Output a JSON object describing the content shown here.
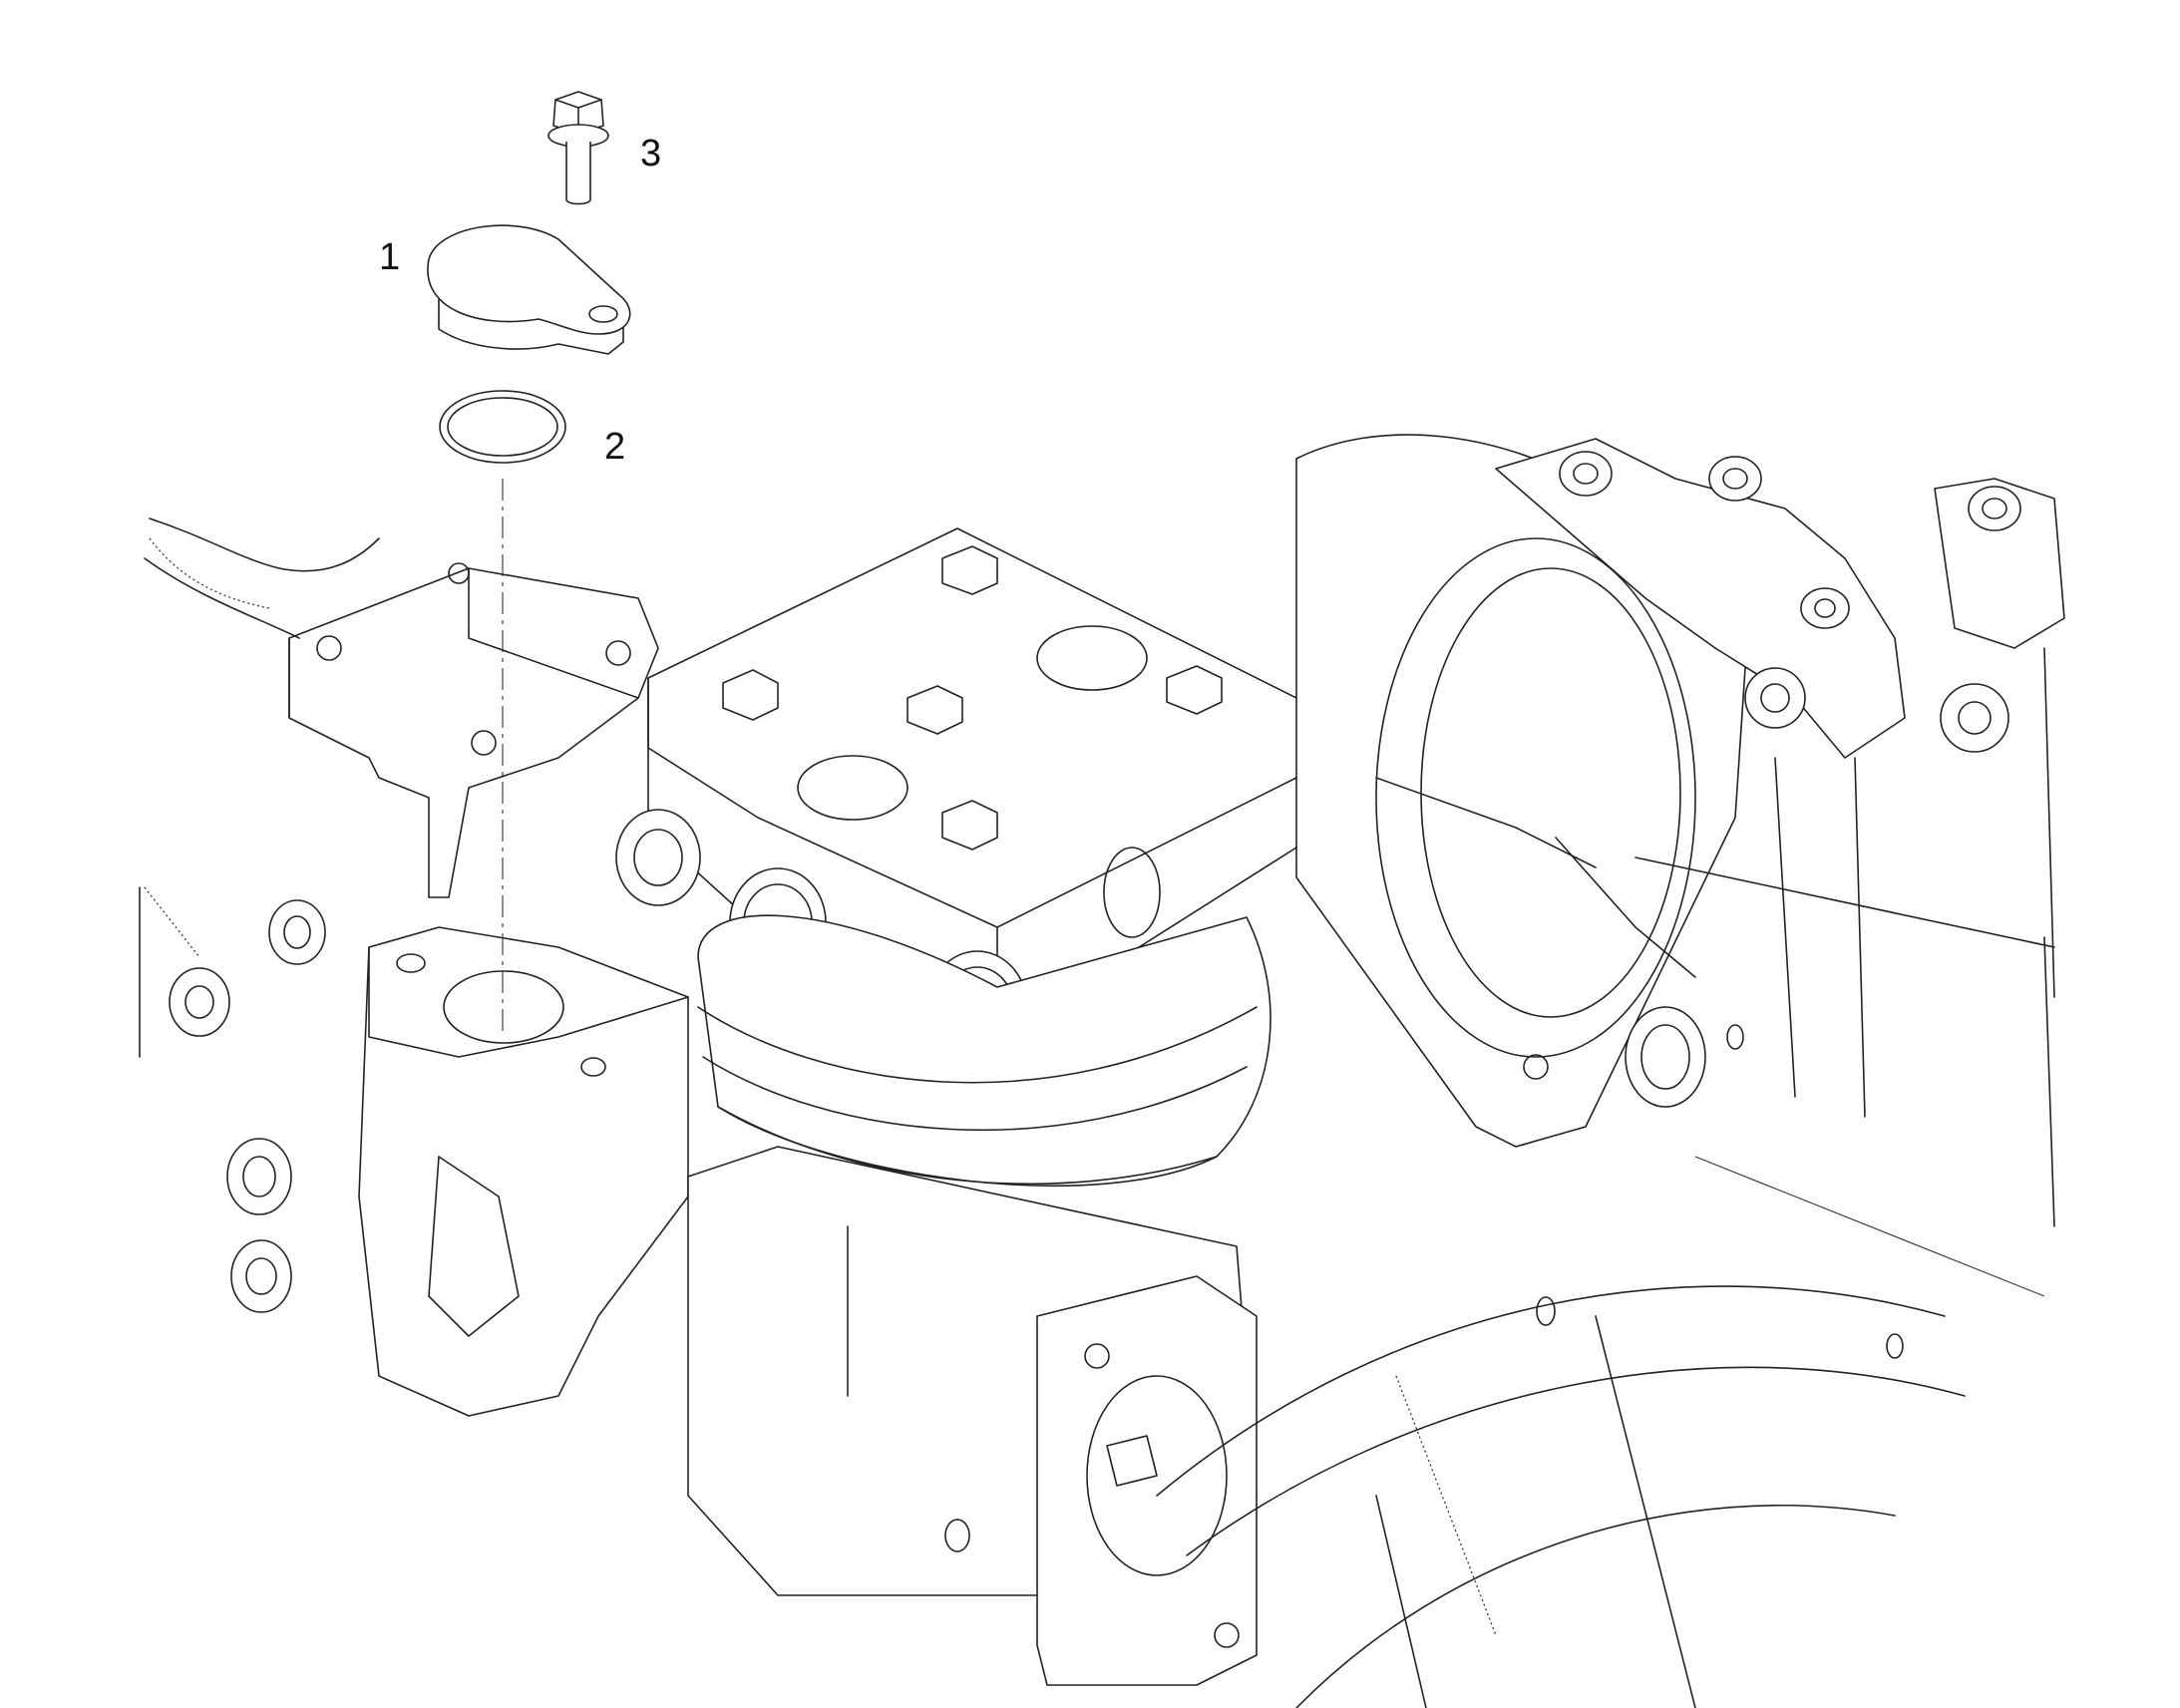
{
  "callouts": {
    "part_1": "1",
    "part_2": "2",
    "part_3": "3"
  },
  "colors": {
    "background": "#ffffff",
    "line": "#222222"
  }
}
